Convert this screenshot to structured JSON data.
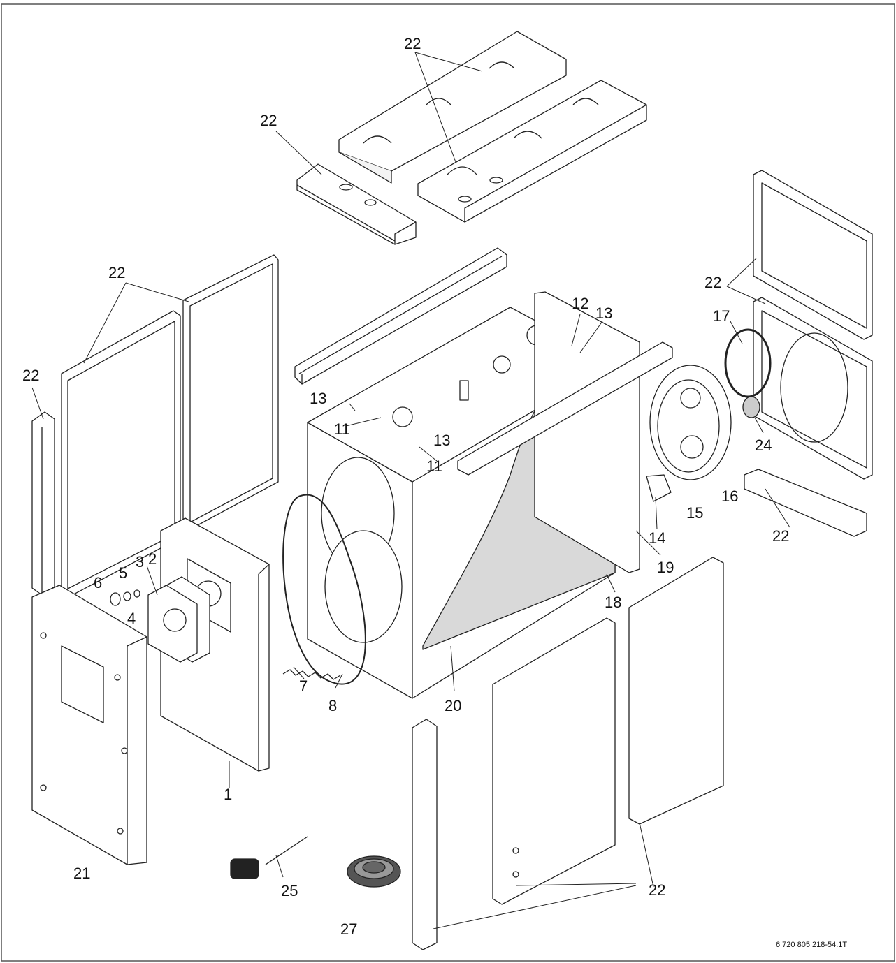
{
  "document_id": "6 720 805 218-54.1T",
  "callouts": {
    "c1": "1",
    "c2": "2",
    "c3": "3",
    "c4": "4",
    "c5": "5",
    "c6": "6",
    "c7": "7",
    "c8": "8",
    "c11a": "11",
    "c11b": "11",
    "c12": "12",
    "c13a": "13",
    "c13b": "13",
    "c13c": "13",
    "c14": "14",
    "c15": "15",
    "c16": "16",
    "c17": "17",
    "c18": "18",
    "c19": "19",
    "c20": "20",
    "c21": "21",
    "c22a": "22",
    "c22b": "22",
    "c22c": "22",
    "c22d": "22",
    "c22e": "22",
    "c22f": "22",
    "c22g": "22",
    "c24": "24",
    "c25": "25",
    "c27": "27"
  },
  "colors": {
    "line": "#222222",
    "panel": "#ffffff",
    "insulation": "#d9d9d9",
    "frame_border": "#555555"
  }
}
